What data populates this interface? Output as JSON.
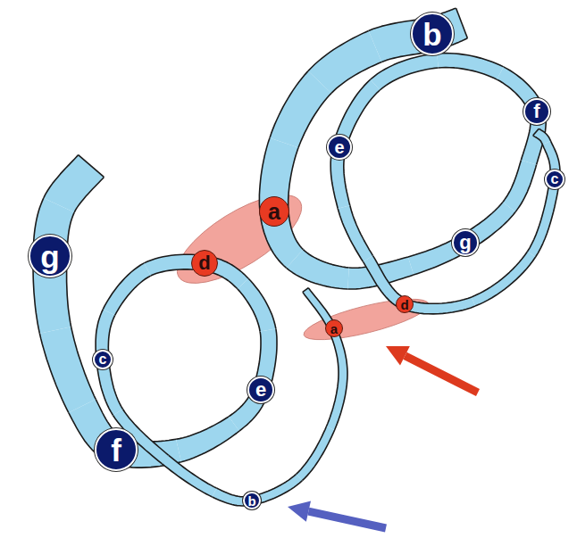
{
  "diagram": {
    "nodes": [
      {
        "text": [
          "b"
        ]
      },
      {
        "text": [
          "f"
        ]
      },
      {
        "text": [
          "e"
        ]
      },
      {
        "text": [
          "c"
        ]
      },
      {
        "text": [
          "a"
        ]
      },
      {
        "text": [
          "g"
        ]
      },
      {
        "text": [
          "g"
        ]
      },
      {
        "text": [
          "d"
        ]
      },
      {
        "text": [
          "d"
        ]
      },
      {
        "text": [
          "a"
        ]
      },
      {
        "text": [
          "c"
        ]
      },
      {
        "text": [
          "e"
        ]
      },
      {
        "text": [
          "f"
        ]
      },
      {
        "text": [
          "b"
        ]
      }
    ]
  }
}
